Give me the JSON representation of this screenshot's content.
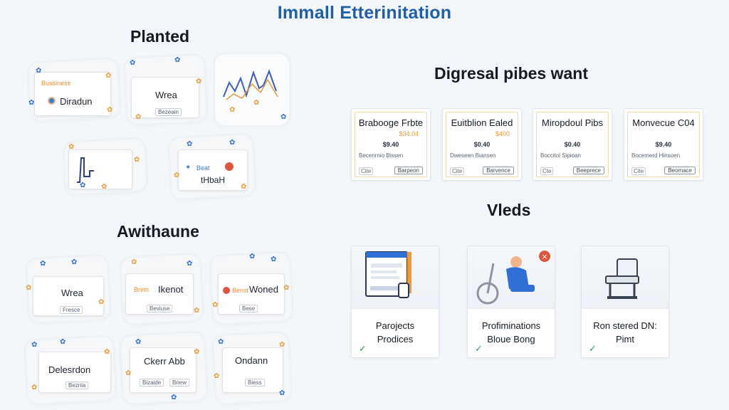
{
  "page": {
    "title": "Immall Etterinitation"
  },
  "left": {
    "section1_title": "Planted",
    "section2_title": "Awithaune",
    "planted_cards": [
      {
        "label": "Diradun",
        "tag": "Bussiness"
      },
      {
        "label": "Wrea",
        "button": "Bezeain"
      },
      {
        "label": ""
      },
      {
        "label": ""
      },
      {
        "label": "tHbaH",
        "tag": "Beat"
      }
    ],
    "awithaune_cards": [
      {
        "label": "Wrea",
        "button": "Fresce"
      },
      {
        "label": "Ikenot",
        "tag": "Brein",
        "button": "Beviuse"
      },
      {
        "label": "Woned",
        "tag": "Benst",
        "button": "Bese"
      },
      {
        "label": "Delesrdon",
        "button": "Bezriia"
      },
      {
        "label": "Ckerr Abb",
        "button": "Bizaide",
        "button2": "Briew"
      },
      {
        "label": "Ondann",
        "button": "Biess"
      }
    ]
  },
  "right": {
    "section1_title": "Digresal pibes want",
    "section2_title": "Vleds",
    "price_cards": [
      {
        "title": "Brabooge Frbte",
        "tag": "$34.04",
        "price": "$9.40",
        "meta": "Becenrnio Bissen",
        "check": "Cite",
        "button": "Barpeon"
      },
      {
        "title": "Euitblion Ealed",
        "tag": "$400",
        "price": "$0.40",
        "meta": "Dweseen Biansen",
        "check": "Cite",
        "button": "Barvence"
      },
      {
        "title": "Miropdoul Pibs",
        "tag": "",
        "price": "$0.40",
        "meta": "Boccitol Sipioan",
        "check": "Cte",
        "button": "Beeprece"
      },
      {
        "title": "Monvecue C04",
        "tag": "",
        "price": "$9.40",
        "meta": "Bocemerd Hinsoen",
        "check": "Cite",
        "button": "Beomace"
      }
    ],
    "feature_cards": [
      {
        "line1": "Parojects",
        "line2": "Prodices"
      },
      {
        "line1": "Profiminations",
        "line2": "Bloue Bong"
      },
      {
        "line1": "Ron stered DN:",
        "line2": "Pimt"
      }
    ]
  },
  "colors": {
    "title_blue": "#1f5fa8",
    "accent_orange": "#ee9a3a",
    "check_green": "#2f9a4a",
    "close_red": "#e0553d"
  }
}
